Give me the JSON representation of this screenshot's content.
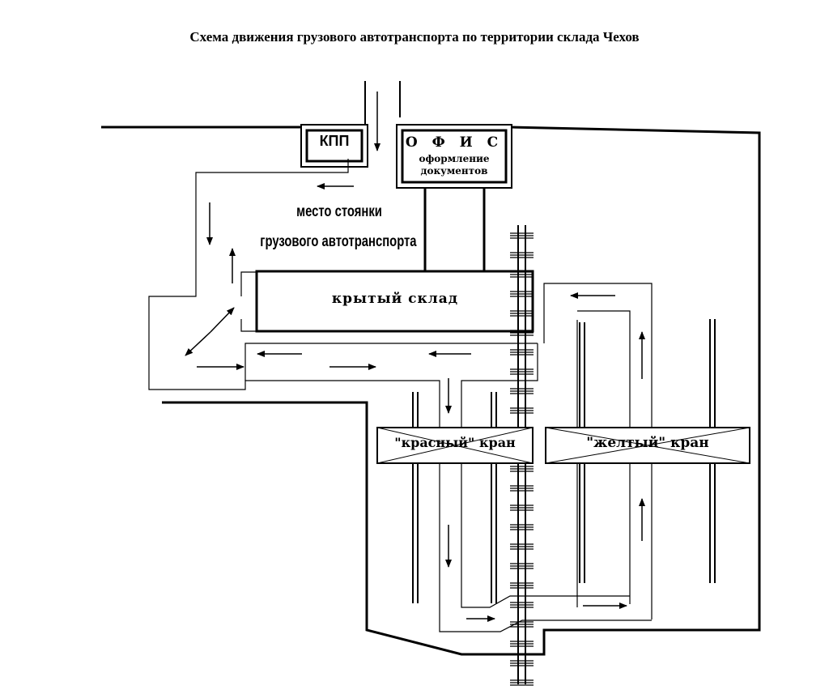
{
  "title": "Схема движения грузового автотранспорта по территории склада Чехов",
  "checkpoint": {
    "label": "КПП"
  },
  "office": {
    "title": "О Ф И С",
    "line1": "оформление",
    "line2": "документов"
  },
  "parking": {
    "line1": "место стоянки",
    "line2": "грузового автотранспорта"
  },
  "warehouse": {
    "label": "крытый склад"
  },
  "cranes": {
    "red": "\"красный\" кран",
    "yellow": "\"желтый\" кран"
  }
}
